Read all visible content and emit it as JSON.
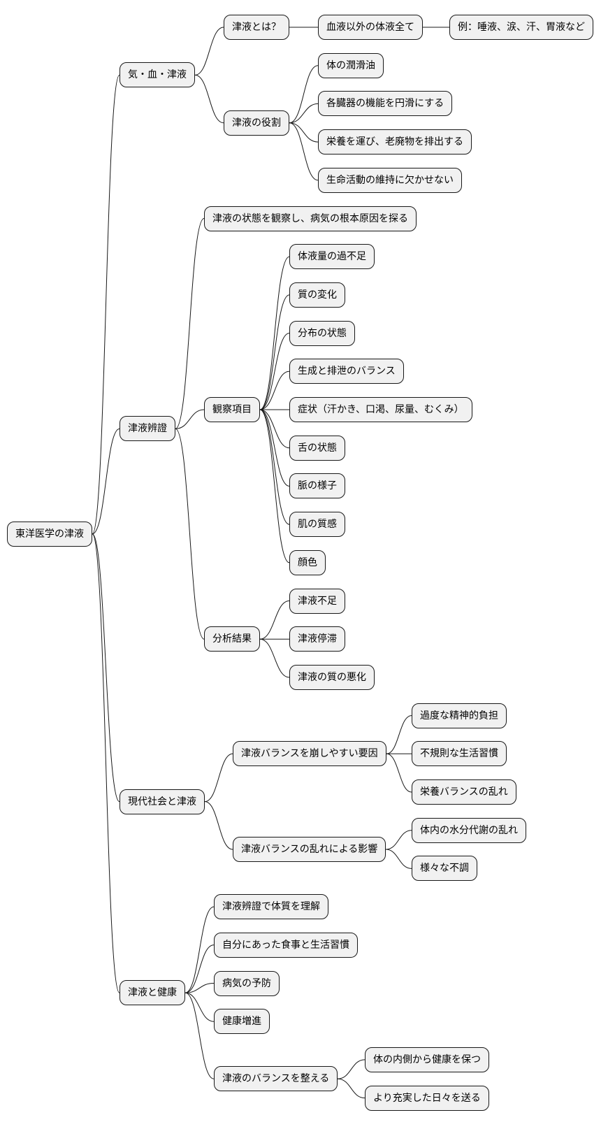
{
  "colors": {
    "node_fill": "#f1f1f1",
    "node_border": "#181818",
    "line": "#181818",
    "background": "#ffffff"
  },
  "mindmap": {
    "root": {
      "label": "東洋医学の津液",
      "children": [
        {
          "label": "気・血・津液",
          "children": [
            {
              "label": "津液とは？",
              "children": [
                {
                  "label": "血液以外の体液全て",
                  "children": [
                    {
                      "label": "例：唾液、涙、汗、胃液など"
                    }
                  ]
                }
              ]
            },
            {
              "label": "津液の役割",
              "children": [
                {
                  "label": "体の潤滑油"
                },
                {
                  "label": "各臓器の機能を円滑にする"
                },
                {
                  "label": "栄養を運び、老廃物を排出する"
                },
                {
                  "label": "生命活動の維持に欠かせない"
                }
              ]
            }
          ]
        },
        {
          "label": "津液辨證",
          "children": [
            {
              "label": "津液の状態を観察し、病気の根本原因を探る"
            },
            {
              "label": "観察項目",
              "children": [
                {
                  "label": "体液量の過不足"
                },
                {
                  "label": "質の変化"
                },
                {
                  "label": "分布の状態"
                },
                {
                  "label": "生成と排泄のバランス"
                },
                {
                  "label": "症状（汗かき、口渇、尿量、むくみ）"
                },
                {
                  "label": "舌の状態"
                },
                {
                  "label": "脈の様子"
                },
                {
                  "label": "肌の質感"
                },
                {
                  "label": "顔色"
                }
              ]
            },
            {
              "label": "分析結果",
              "children": [
                {
                  "label": "津液不足"
                },
                {
                  "label": "津液停滞"
                },
                {
                  "label": "津液の質の悪化"
                }
              ]
            }
          ]
        },
        {
          "label": "現代社会と津液",
          "children": [
            {
              "label": "津液バランスを崩しやすい要因",
              "children": [
                {
                  "label": "過度な精神的負担"
                },
                {
                  "label": "不規則な生活習慣"
                },
                {
                  "label": "栄養バランスの乱れ"
                }
              ]
            },
            {
              "label": "津液バランスの乱れによる影響",
              "children": [
                {
                  "label": "体内の水分代謝の乱れ"
                },
                {
                  "label": "様々な不調"
                }
              ]
            }
          ]
        },
        {
          "label": "津液と健康",
          "children": [
            {
              "label": "津液辨證で体質を理解"
            },
            {
              "label": "自分にあった食事と生活習慣"
            },
            {
              "label": "病気の予防"
            },
            {
              "label": "健康増進"
            },
            {
              "label": "津液のバランスを整える",
              "children": [
                {
                  "label": "体の内側から健康を保つ"
                },
                {
                  "label": "より充実した日々を送る"
                }
              ]
            }
          ]
        }
      ]
    }
  }
}
